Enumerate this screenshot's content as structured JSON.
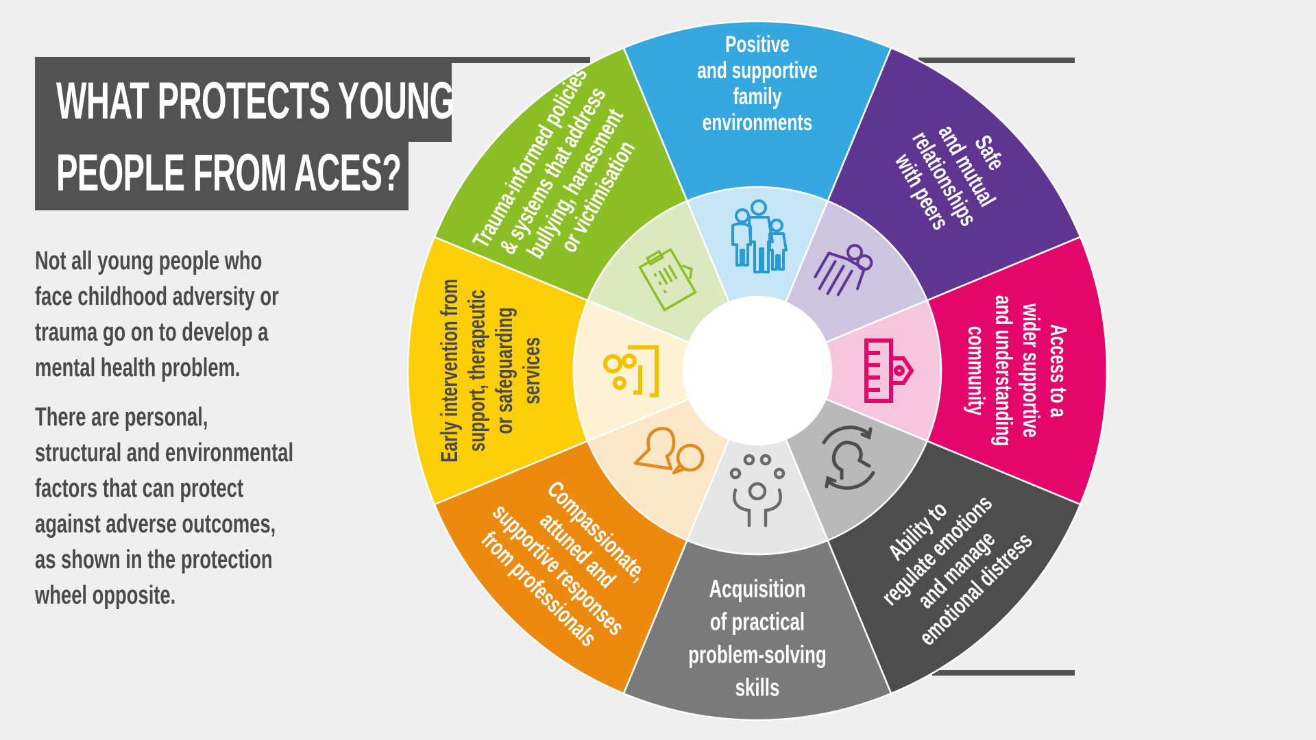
{
  "header": {
    "title_line1": "WHAT PROTECTS YOUNG",
    "title_line2": "PEOPLE FROM ACES?"
  },
  "intro": {
    "paragraph1": [
      "Not all young people who",
      "face childhood adversity or",
      "trauma go on to develop a",
      "mental health problem."
    ],
    "paragraph2": [
      "There are personal,",
      "structural and environmental",
      "factors that can protect",
      "against adverse outcomes,",
      "as shown in the protection",
      "wheel opposite."
    ]
  },
  "wheel": {
    "segments": [
      {
        "id": "family",
        "label_lines": [
          "Positive",
          "and supportive",
          "family",
          "environments"
        ],
        "color": "#35a8e0",
        "tint": "#c6e6f8",
        "icon": "family-icon",
        "icon_color": "#2a9ad6"
      },
      {
        "id": "peers",
        "label_lines": [
          "Safe",
          "and mutual",
          "relationships",
          "with peers"
        ],
        "color": "#5f3592",
        "tint": "#cdc5e0",
        "icon": "friends-embrace-icon",
        "icon_color": "#5f3592"
      },
      {
        "id": "community",
        "label_lines": [
          "Access to a",
          "wider supportive",
          "and understanding",
          "community"
        ],
        "color": "#e4066a",
        "tint": "#f6c6dc",
        "icon": "community-building-icon",
        "icon_color": "#e4066a"
      },
      {
        "id": "emotions",
        "label_lines": [
          "Ability to",
          "regulate emotions",
          "and manage",
          "emotional distress"
        ],
        "color": "#4d4d4d",
        "tint": "#b9b9b9",
        "icon": "head-cycle-icon",
        "icon_color": "#4d4d4d"
      },
      {
        "id": "problem-solving",
        "label_lines": [
          "Acquisition",
          "of practical",
          "problem-solving",
          "skills"
        ],
        "color": "#7a7a7a",
        "tint": "#e6e6e6",
        "icon": "juggling-person-icon",
        "icon_color": "#6a6a6a"
      },
      {
        "id": "professionals",
        "label_lines": [
          "Compassionate,",
          "attuned and",
          "supportive responses",
          "from professionals"
        ],
        "color": "#ec8a10",
        "tint": "#fbe6c8",
        "icon": "person-speech-bubble-icon",
        "icon_color": "#e08a1a"
      },
      {
        "id": "early-intervention",
        "label_lines": [
          "Early intervention from",
          "support, therapeutic",
          "or safeguarding",
          "services"
        ],
        "color": "#fccf0a",
        "tint": "#fdf3d4",
        "icon": "support-group-icon",
        "icon_color": "#f2c200"
      },
      {
        "id": "policies",
        "label_lines": [
          "Trauma-informed policies",
          "& systems that address",
          "bullying, harassment",
          "or victimisation"
        ],
        "color": "#8cbf26",
        "tint": "#dbe9bf",
        "icon": "clipboard-checklist-icon",
        "icon_color": "#8cbf26"
      }
    ]
  },
  "colors": {
    "background": "#efefef",
    "title_box": "#525252",
    "body_text": "#4a4a4a"
  }
}
